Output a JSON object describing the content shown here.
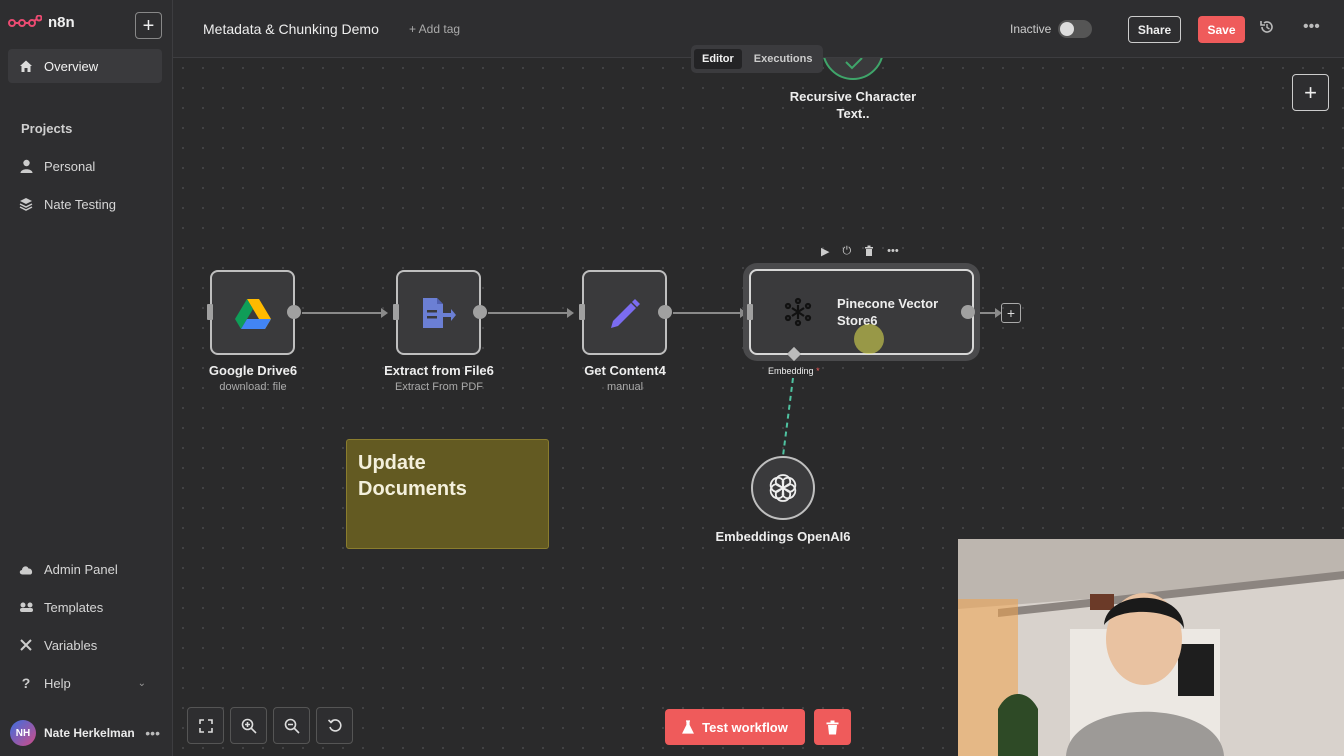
{
  "app": {
    "logo_text": "n8n"
  },
  "sidebar": {
    "overview": "Overview",
    "projects_heading": "Projects",
    "personal": "Personal",
    "nate_testing": "Nate Testing",
    "admin_panel": "Admin Panel",
    "templates": "Templates",
    "variables": "Variables",
    "help": "Help",
    "user_initials": "NH",
    "user_name": "Nate Herkelman"
  },
  "header": {
    "workflow_title": "Metadata & Chunking Demo",
    "add_tag": "+ Add tag",
    "status_label": "Inactive",
    "share": "Share",
    "save": "Save",
    "tabs": [
      "Editor",
      "Executions"
    ],
    "active_tab": "Editor"
  },
  "nodes": {
    "google_drive": {
      "title": "Google Drive6",
      "subtitle": "download: file"
    },
    "extract": {
      "title": "Extract from File6",
      "subtitle": "Extract From PDF"
    },
    "get_content": {
      "title": "Get Content4",
      "subtitle": "manual"
    },
    "pinecone": {
      "title": "Pinecone Vector Store6",
      "input_label": "Embedding",
      "required_mark": "*"
    },
    "openai": {
      "title": "Embeddings OpenAI6"
    },
    "recursive": {
      "title": "Recursive Character Text.."
    }
  },
  "sticky_note": {
    "text": "Update Documents"
  },
  "footer": {
    "test_workflow": "Test workflow"
  },
  "colors": {
    "accent": "#ef5b5b",
    "sticky": "#635a22",
    "canvas": "#2a2a2b"
  }
}
